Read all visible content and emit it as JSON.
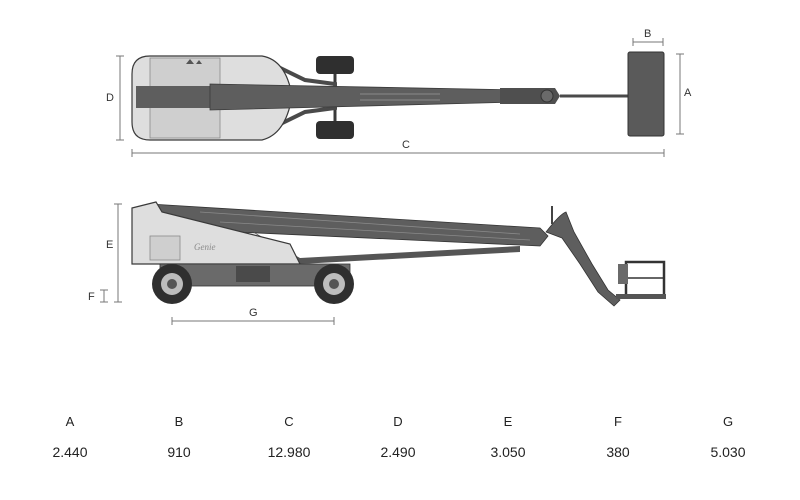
{
  "dimension_labels": {
    "top_view": {
      "a": "A",
      "b": "B",
      "c": "C",
      "d": "D"
    },
    "side_view": {
      "e": "E",
      "f": "F",
      "g": "G"
    }
  },
  "brand_mark": "Genie",
  "specs": [
    {
      "key": "A",
      "value": "2.440"
    },
    {
      "key": "B",
      "value": "910"
    },
    {
      "key": "C",
      "value": "12.980"
    },
    {
      "key": "D",
      "value": "2.490"
    },
    {
      "key": "E",
      "value": "3.050"
    },
    {
      "key": "F",
      "value": "380"
    },
    {
      "key": "G",
      "value": "5.030"
    }
  ],
  "colors": {
    "body": "#dedede",
    "boom": "#5e5e5e",
    "tire": "#2f2f2f",
    "outline": "#3a3a3a",
    "dimension": "#777777"
  }
}
